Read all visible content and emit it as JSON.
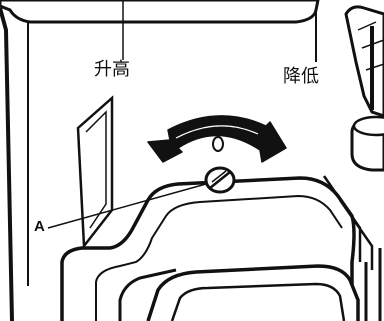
{
  "labels": {
    "raise": "升高",
    "lower": "降低",
    "callout": "A"
  },
  "colors": {
    "line": "#111111",
    "fill": "#ffffff",
    "background": "#ffffff"
  }
}
